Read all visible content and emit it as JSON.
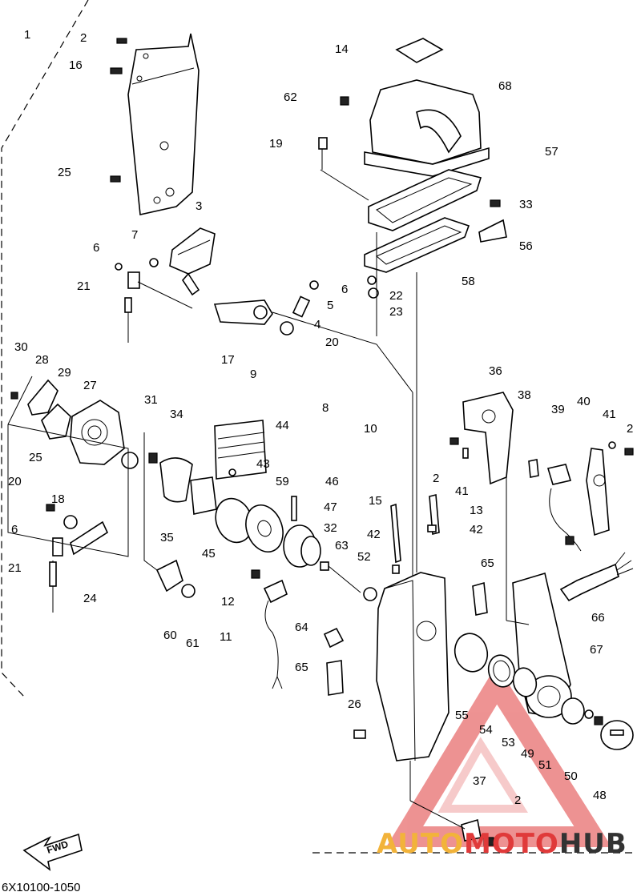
{
  "diagram": {
    "part_numbers": [
      "1",
      "2",
      "16",
      "25",
      "3",
      "7",
      "6",
      "21",
      "17",
      "9",
      "4",
      "5",
      "6",
      "62",
      "68",
      "14",
      "19",
      "57",
      "33",
      "56",
      "58",
      "22",
      "23",
      "20",
      "8",
      "10",
      "30",
      "28",
      "29",
      "27",
      "31",
      "34",
      "44",
      "43",
      "59",
      "46",
      "25",
      "20",
      "18",
      "6",
      "21",
      "24",
      "60",
      "61",
      "35",
      "45",
      "47",
      "32",
      "63",
      "52",
      "42",
      "15",
      "13",
      "42",
      "2",
      "41",
      "36",
      "38",
      "39",
      "40",
      "41",
      "2",
      "12",
      "11",
      "64",
      "65",
      "65",
      "66",
      "67",
      "55",
      "54",
      "53",
      "49",
      "51",
      "50",
      "48",
      "26",
      "37",
      "2"
    ],
    "footer_code": "6X10100-1050",
    "fwd_label": "FWD"
  },
  "watermark": {
    "part1": "AUTO",
    "part2": "MOTO",
    "part3": "HUB",
    "accent_color": "#e03a3a",
    "secondary_color": "#f2b33a"
  }
}
